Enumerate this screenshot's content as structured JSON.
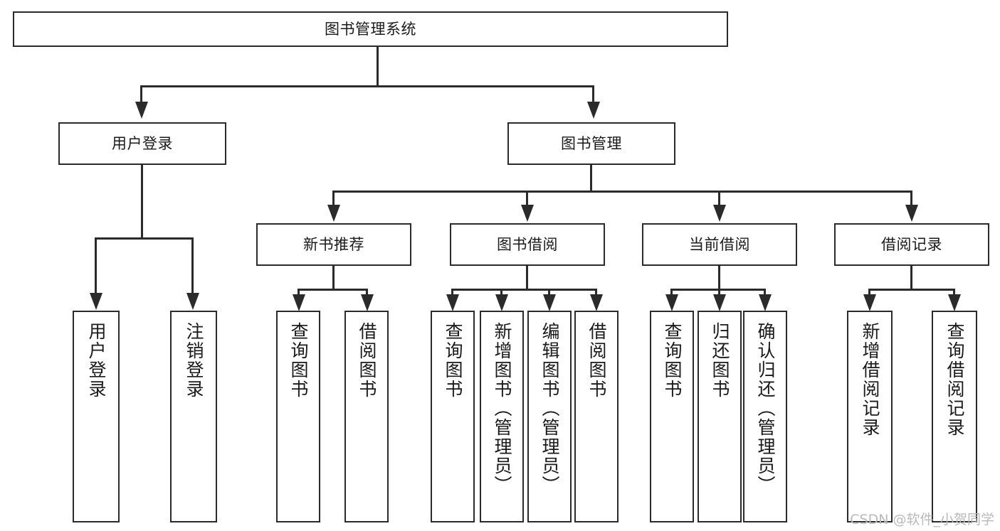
{
  "diagram": {
    "type": "tree-hierarchy-diagram",
    "title": "图书管理系统",
    "root": {
      "label": "图书管理系统",
      "children": [
        {
          "label": "用户登录",
          "children": [
            {
              "label": "用户登录"
            },
            {
              "label": "注销登录"
            }
          ]
        },
        {
          "label": "图书管理",
          "children": [
            {
              "label": "新书推荐",
              "children": [
                {
                  "label": "查询图书"
                },
                {
                  "label": "借阅图书"
                }
              ]
            },
            {
              "label": "图书借阅",
              "children": [
                {
                  "label": "查询图书"
                },
                {
                  "label": "新增图书（管理员）"
                },
                {
                  "label": "编辑图书（管理员）"
                },
                {
                  "label": "借阅图书"
                }
              ]
            },
            {
              "label": "当前借阅",
              "children": [
                {
                  "label": "查询图书"
                },
                {
                  "label": "归还图书"
                },
                {
                  "label": "确认归还（管理员）"
                }
              ]
            },
            {
              "label": "借阅记录",
              "children": [
                {
                  "label": "新增借阅记录"
                },
                {
                  "label": "查询借阅记录"
                }
              ]
            }
          ]
        }
      ]
    }
  },
  "nodes": {
    "root": "图书管理系统",
    "l2": {
      "user_login": "用户登录",
      "book_manage": "图书管理"
    },
    "l3": {
      "new_book_rec": "新书推荐",
      "book_borrow": "图书借阅",
      "current_borrow": "当前借阅",
      "borrow_record": "借阅记录"
    },
    "leaves": {
      "user_login_1": "用户登录",
      "user_logout": "注销登录",
      "rec_query_book": "查询图书",
      "rec_borrow_book": "借阅图书",
      "borrow_query_book": "查询图书",
      "borrow_add_book": "新增图书（管理员）",
      "borrow_edit_book": "编辑图书（管理员）",
      "borrow_borrow_book": "借阅图书",
      "cur_query_book": "查询图书",
      "cur_return_book": "归还图书",
      "cur_confirm_return": "确认归还（管理员）",
      "rec_add_record": "新增借阅记录",
      "rec_query_record": "查询借阅记录"
    }
  },
  "watermark": {
    "text": "CSDN @软件_小贺同学"
  },
  "colors": {
    "stroke": "#2b2b2b",
    "text": "#1a1a1a",
    "background": "#ffffff",
    "watermark": "#b9b9b9"
  }
}
